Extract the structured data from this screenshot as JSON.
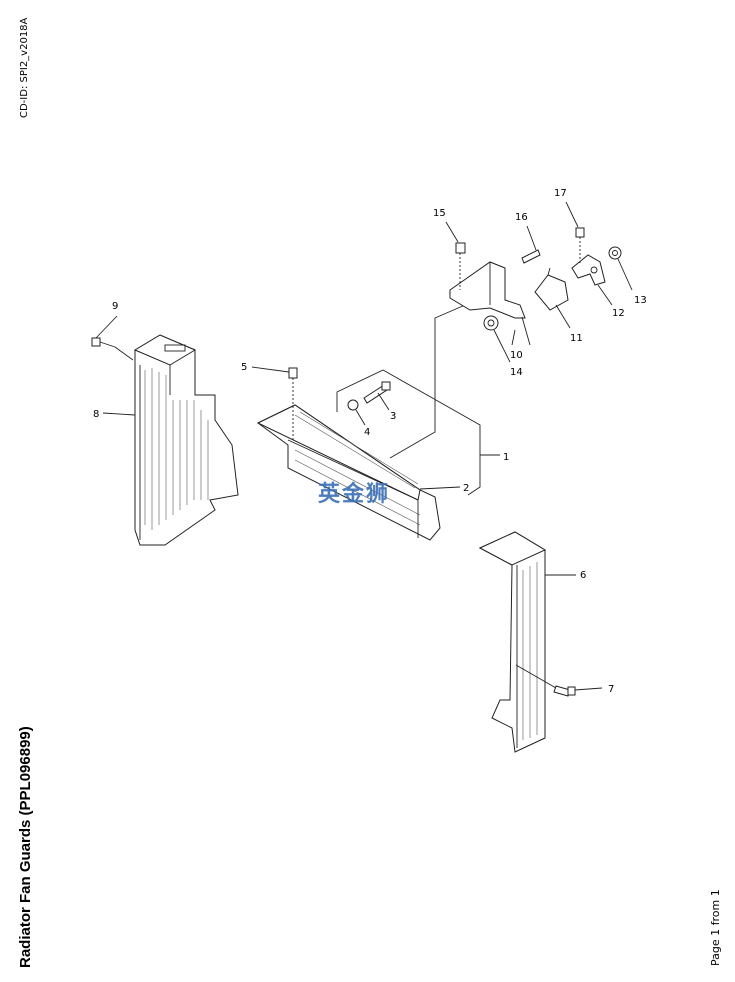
{
  "document": {
    "cd_id": "CD-ID: SPI2_v2018A",
    "title": "Radiator Fan Guards (PPL096899)",
    "page": "Page 1 from 1"
  },
  "labels": {
    "n1": "1",
    "n2": "2",
    "n3": "3",
    "n4": "4",
    "n5": "5",
    "n6": "6",
    "n7": "7",
    "n8": "8",
    "n9": "9",
    "n10": "10",
    "n11": "11",
    "n12": "12",
    "n13": "13",
    "n14": "14",
    "n15": "15",
    "n16": "16",
    "n17": "17"
  },
  "watermark": "英金狮",
  "colors": {
    "watermark": "#3a6fb5"
  }
}
